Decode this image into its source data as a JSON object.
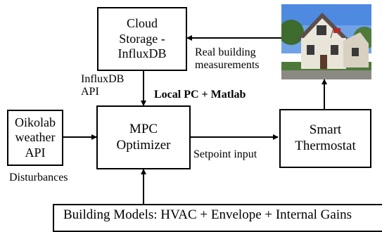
{
  "boxes": {
    "cloud": "Cloud\nStorage -\nInfluxDB",
    "oikolab": "Oikolab\nweather\nAPI",
    "mpc": "MPC\nOptimizer",
    "thermostat": "Smart\nThermostat",
    "models": "Building Models: HVAC + Envelope + Internal Gains"
  },
  "labels": {
    "real_building": "Real building\nmeasurements",
    "influx_api": "InfluxDB\nAPI",
    "local_pc": "Local PC + Matlab",
    "setpoint": "Setpoint input",
    "disturbances": "Disturbances"
  },
  "photo": {
    "icon": "house-photo"
  }
}
